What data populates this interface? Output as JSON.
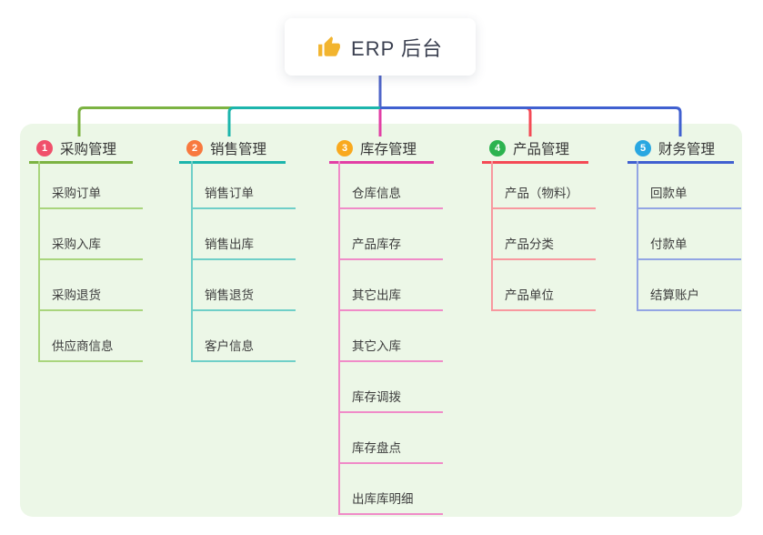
{
  "root": {
    "title": "ERP 后台",
    "icon": "thumbs-up",
    "icon_color": "#f2b42e"
  },
  "canvas": {
    "panel_bg": "#ecf7e7",
    "stem_color": "#5066c9"
  },
  "branches": [
    {
      "num": "1",
      "label": "采购管理",
      "badge_color": "#f0506b",
      "line_color": "#7cb342",
      "child_line_color": "#a9d57d",
      "children": [
        "采购订单",
        "采购入库",
        "采购退货",
        "供应商信息"
      ]
    },
    {
      "num": "2",
      "label": "销售管理",
      "badge_color": "#f8793f",
      "line_color": "#1cb5ac",
      "child_line_color": "#6fcfc8",
      "children": [
        "销售订单",
        "销售出库",
        "销售退货",
        "客户信息"
      ]
    },
    {
      "num": "3",
      "label": "库存管理",
      "badge_color": "#f9a91e",
      "line_color": "#e23fa5",
      "child_line_color": "#f08bc8",
      "children": [
        "仓库信息",
        "产品库存",
        "其它出库",
        "其它入库",
        "库存调拨",
        "库存盘点",
        "出库库明细"
      ]
    },
    {
      "num": "4",
      "label": "产品管理",
      "badge_color": "#2cb34f",
      "line_color": "#f44a55",
      "child_line_color": "#f8989f",
      "children": [
        "产品（物料）",
        "产品分类",
        "产品单位"
      ]
    },
    {
      "num": "5",
      "label": "财务管理",
      "badge_color": "#29a7e1",
      "line_color": "#4060d0",
      "child_line_color": "#93a5e4",
      "children": [
        "回款单",
        "付款单",
        "结算账户"
      ]
    }
  ]
}
